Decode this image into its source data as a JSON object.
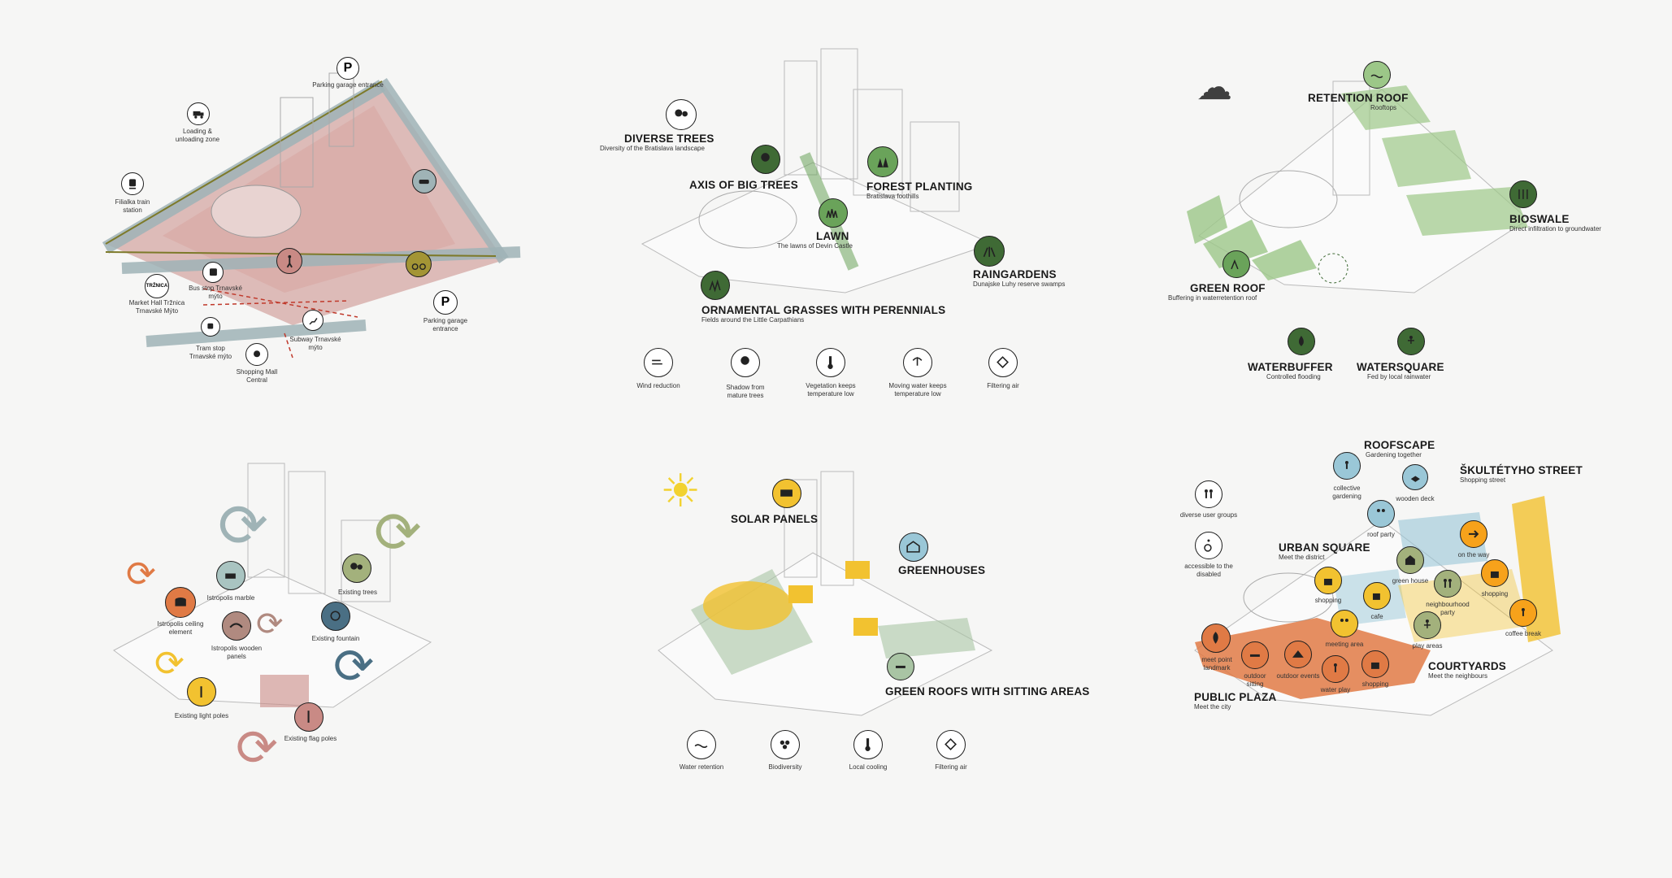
{
  "colors": {
    "background": "#f6f6f5",
    "mobility_red": "#c98a85",
    "mobility_road": "#9fb3b6",
    "green_dark": "#3f6a35",
    "green_light": "#9cc788",
    "orange": "#e07a45",
    "yellow": "#f2c230",
    "blue": "#9ac7d7"
  },
  "mobility": {
    "parking_top": "Parking garage entrance",
    "loading": "Loading & unloading zone",
    "train": "Filialka train station",
    "market": "Market Hall Tržnica Trnavské Mýto",
    "bus": "Bus stop Trnavské mýto",
    "tram": "Tram stop Trnavské mýto",
    "subway": "Subway Trnavské mýto",
    "mall": "Shopping Mall Central",
    "parking_right": "Parking garage entrance"
  },
  "greenery": {
    "diverse_trees": {
      "title": "DIVERSE TREES",
      "sub": "Diversity of the Bratislava landscape"
    },
    "axis": {
      "title": "AXIS OF BIG TREES"
    },
    "forest": {
      "title": "FOREST PLANTING",
      "sub": "Bratislava foothills"
    },
    "lawn": {
      "title": "LAWN",
      "sub": "The lawns of Devin Castle"
    },
    "raingardens": {
      "title": "RAINGARDENS",
      "sub": "Dunajske Luhy reserve swamps"
    },
    "grasses": {
      "title": "ORNAMENTAL GRASSES WITH PERENNIALS",
      "sub": "Fields around the Little Carpathians"
    },
    "benefits": [
      "Wind reduction",
      "Shadow from mature trees",
      "Vegetation keeps temperature low",
      "Moving water keeps temperature low",
      "Filtering air"
    ]
  },
  "water": {
    "retention": {
      "title": "RETENTION ROOF",
      "sub": "Rooftops"
    },
    "bioswale": {
      "title": "BIOSWALE",
      "sub": "Direct infiltration to groundwater"
    },
    "green_roof": {
      "title": "GREEN ROOF",
      "sub": "Buffering in waterretention roof"
    },
    "waterbuffer": {
      "title": "WATERBUFFER",
      "sub": "Controlled flooding"
    },
    "watersquare": {
      "title": "WATERSQUARE",
      "sub": "Fed by local rainwater"
    }
  },
  "reuse": {
    "marble": "Istropolis marble",
    "ceiling": "Istropolis ceiling element",
    "wooden": "Istropolis wooden panels",
    "trees": "Existing trees",
    "fountain": "Existing fountain",
    "light": "Existing light poles",
    "flag": "Existing flag poles"
  },
  "energy": {
    "solar": "SOLAR PANELS",
    "greenhouses": "GREENHOUSES",
    "green_roofs": "GREEN ROOFS WITH SITTING AREAS",
    "benefits": [
      "Water retention",
      "Biodiversity",
      "Local cooling",
      "Filtering air"
    ]
  },
  "social": {
    "roofscape": {
      "title": "ROOFSCAPE",
      "sub": "Gardening together"
    },
    "street": {
      "title": "ŠKULTÉTYHO STREET",
      "sub": "Shopping street"
    },
    "urban": {
      "title": "URBAN SQUARE",
      "sub": "Meet the district"
    },
    "courtyards": {
      "title": "COURTYARDS",
      "sub": "Meet the neighbours"
    },
    "plaza": {
      "title": "PUBLIC PLAZA",
      "sub": "Meet the city"
    },
    "diverse": "diverse user groups",
    "accessible": "accessible to the disabled",
    "collective": "collective gardening",
    "wooden_deck": "wooden deck",
    "roof_party": "roof party",
    "on_the_way": "on the way",
    "shopping": "shopping",
    "green_house": "green house",
    "neighbourhood": "neighbourhood party",
    "cafe": "cafe",
    "coffee": "coffee break",
    "meeting": "meeting area",
    "play": "play areas",
    "landmark": "meet point landmark",
    "outdoor_sitting": "outdoor sitting",
    "outdoor_events": "outdoor events",
    "water_play": "water play"
  }
}
